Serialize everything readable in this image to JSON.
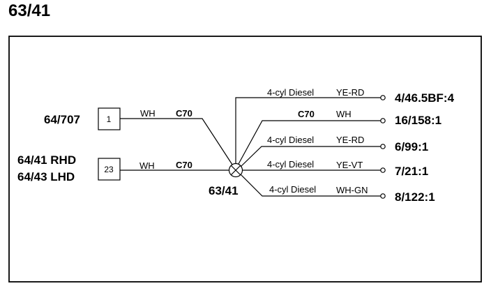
{
  "title": "63/41",
  "splice": {
    "label": "63/41"
  },
  "inputs": [
    {
      "source": "64/707",
      "source_line2": "",
      "pin": "1",
      "color": "WH",
      "circuit": "C70"
    },
    {
      "source": "64/41 RHD",
      "source_line2": "64/43 LHD",
      "pin": "23",
      "color": "WH",
      "circuit": "C70"
    }
  ],
  "outputs": [
    {
      "variant": "4-cyl Diesel",
      "color": "YE-RD",
      "dest": "4/46.5BF:4"
    },
    {
      "variant": "C70",
      "color": "WH",
      "dest": "16/158:1"
    },
    {
      "variant": "4-cyl Diesel",
      "color": "YE-RD",
      "dest": "6/99:1"
    },
    {
      "variant": "4-cyl Diesel",
      "color": "YE-VT",
      "dest": "7/21:1"
    },
    {
      "variant": "4-cyl Diesel",
      "color": "WH-GN",
      "dest": "8/122:1"
    }
  ]
}
